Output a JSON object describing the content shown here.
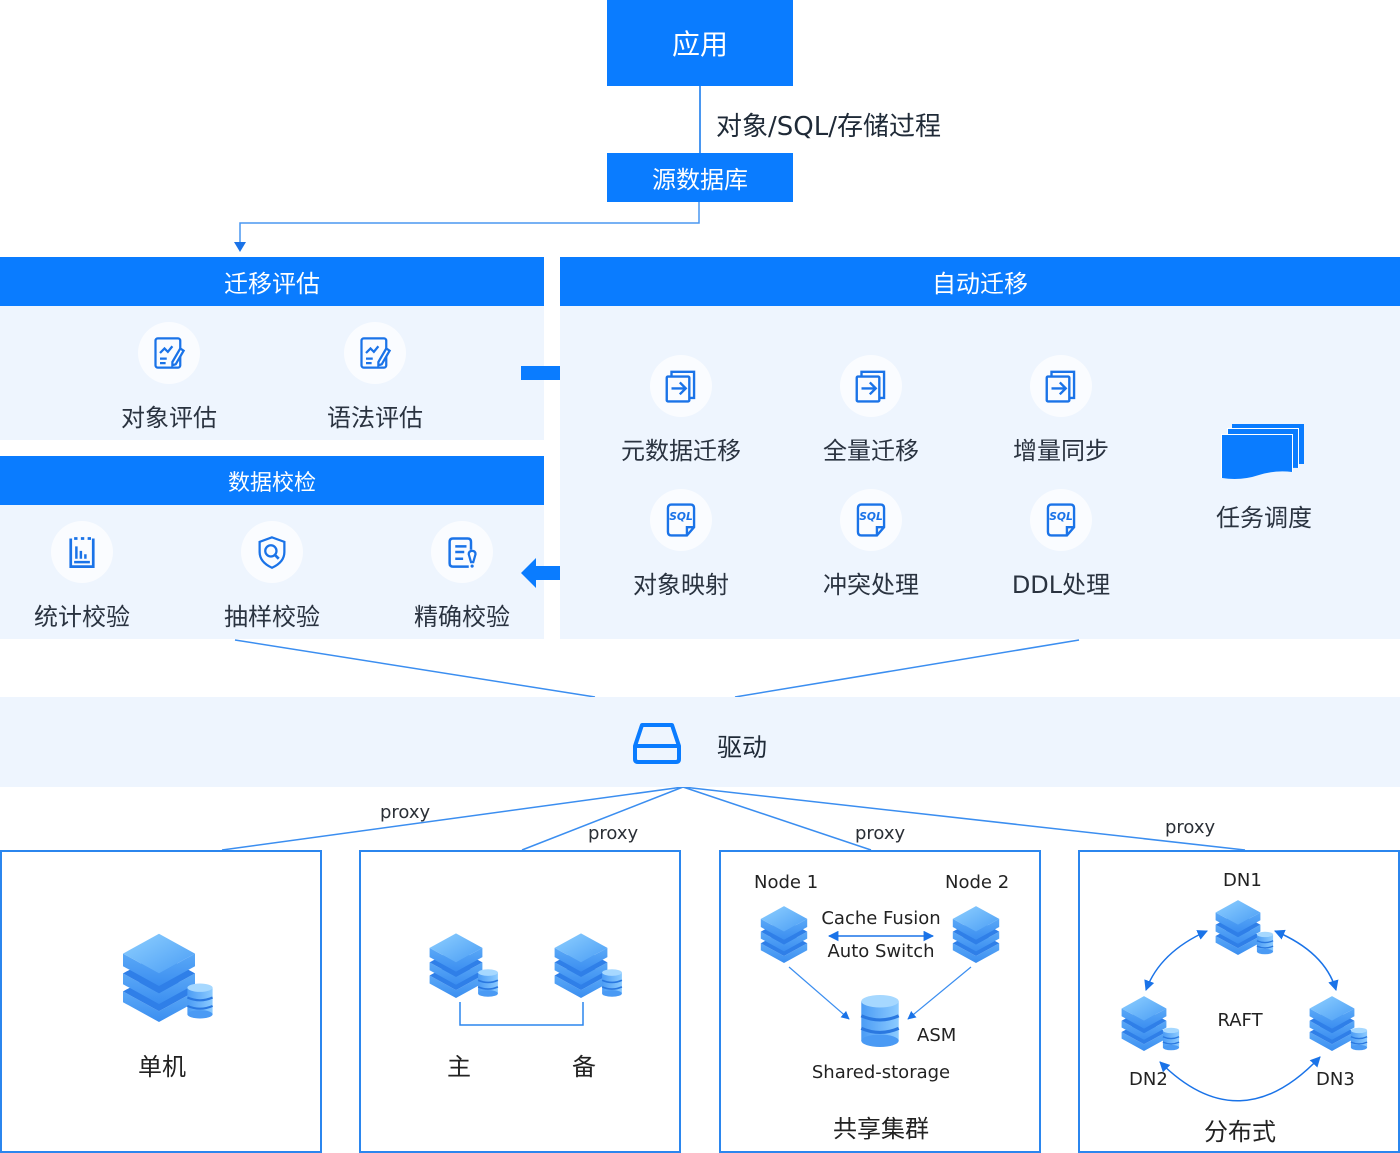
{
  "top": {
    "app_label": "应用",
    "edge_label": "对象/SQL/存储过程",
    "source_db_label": "源数据库"
  },
  "assessment": {
    "title": "迁移评估",
    "items": [
      {
        "label": "对象评估",
        "icon": "report-edit-icon"
      },
      {
        "label": "语法评估",
        "icon": "report-edit-icon"
      }
    ]
  },
  "verification": {
    "title": "数据校检",
    "items": [
      {
        "label": "统计校验",
        "icon": "bar-chart-doc-icon"
      },
      {
        "label": "抽样校验",
        "icon": "shield-search-icon"
      },
      {
        "label": "精确校验",
        "icon": "doc-alert-icon"
      }
    ]
  },
  "auto_migration": {
    "title": "自动迁移",
    "items": [
      {
        "label": "元数据迁移",
        "icon": "file-transfer-icon"
      },
      {
        "label": "全量迁移",
        "icon": "file-transfer-icon"
      },
      {
        "label": "增量同步",
        "icon": "file-transfer-icon"
      },
      {
        "label": "对象映射",
        "icon": "sql-file-icon"
      },
      {
        "label": "冲突处理",
        "icon": "sql-file-icon"
      },
      {
        "label": "DDL处理",
        "icon": "sql-file-icon"
      }
    ],
    "scheduler": {
      "label": "任务调度",
      "icon": "stacked-docs-icon"
    }
  },
  "driver": {
    "label": "驱动",
    "icon": "drive-icon"
  },
  "proxy_label": "proxy",
  "deployments": {
    "standalone": {
      "title": "单机"
    },
    "primary_standby": {
      "primary": "主",
      "standby": "备"
    },
    "shared_cluster": {
      "title": "共享集群",
      "node1": "Node 1",
      "node2": "Node 2",
      "link_top": "Cache Fusion",
      "link_bottom": "Auto Switch",
      "storage_tag": "ASM",
      "storage_label": "Shared-storage"
    },
    "distributed": {
      "title": "分布式",
      "dn1": "DN1",
      "dn2": "DN2",
      "dn3": "DN3",
      "protocol": "RAFT"
    }
  },
  "colors": {
    "accent": "#0a7cff",
    "panel_bg": "#eef5fe",
    "line": "#2b86ee"
  }
}
